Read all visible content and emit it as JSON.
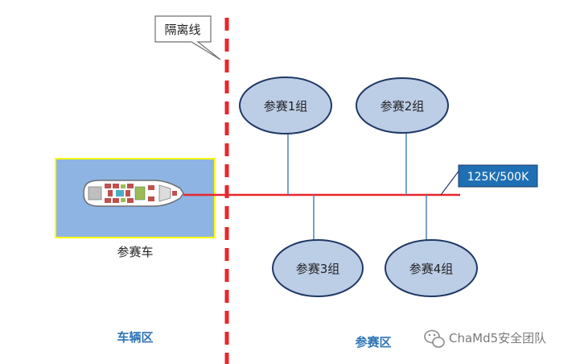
{
  "isolation_label": "隔离线",
  "car_label": "参赛车",
  "bus_speed": "125K/500K",
  "groups": [
    "参赛1组",
    "参赛2组",
    "参赛3组",
    "参赛4组"
  ],
  "zone_vehicle": "车辆区",
  "zone_competition": "参赛区",
  "watermark": "ChaMd5安全团队",
  "colors": {
    "isolation_line": "#e8262c",
    "bus_line": "#e8262c",
    "group_fill": "#bccde6",
    "group_stroke": "#1f3864",
    "car_box_fill": "#8eb4e3",
    "car_box_stroke": "#ffff00",
    "speed_badge_fill": "#1f6fb4",
    "zone_text": "#2e74b5"
  },
  "icons": [
    "car-icon",
    "wechat-icon"
  ]
}
